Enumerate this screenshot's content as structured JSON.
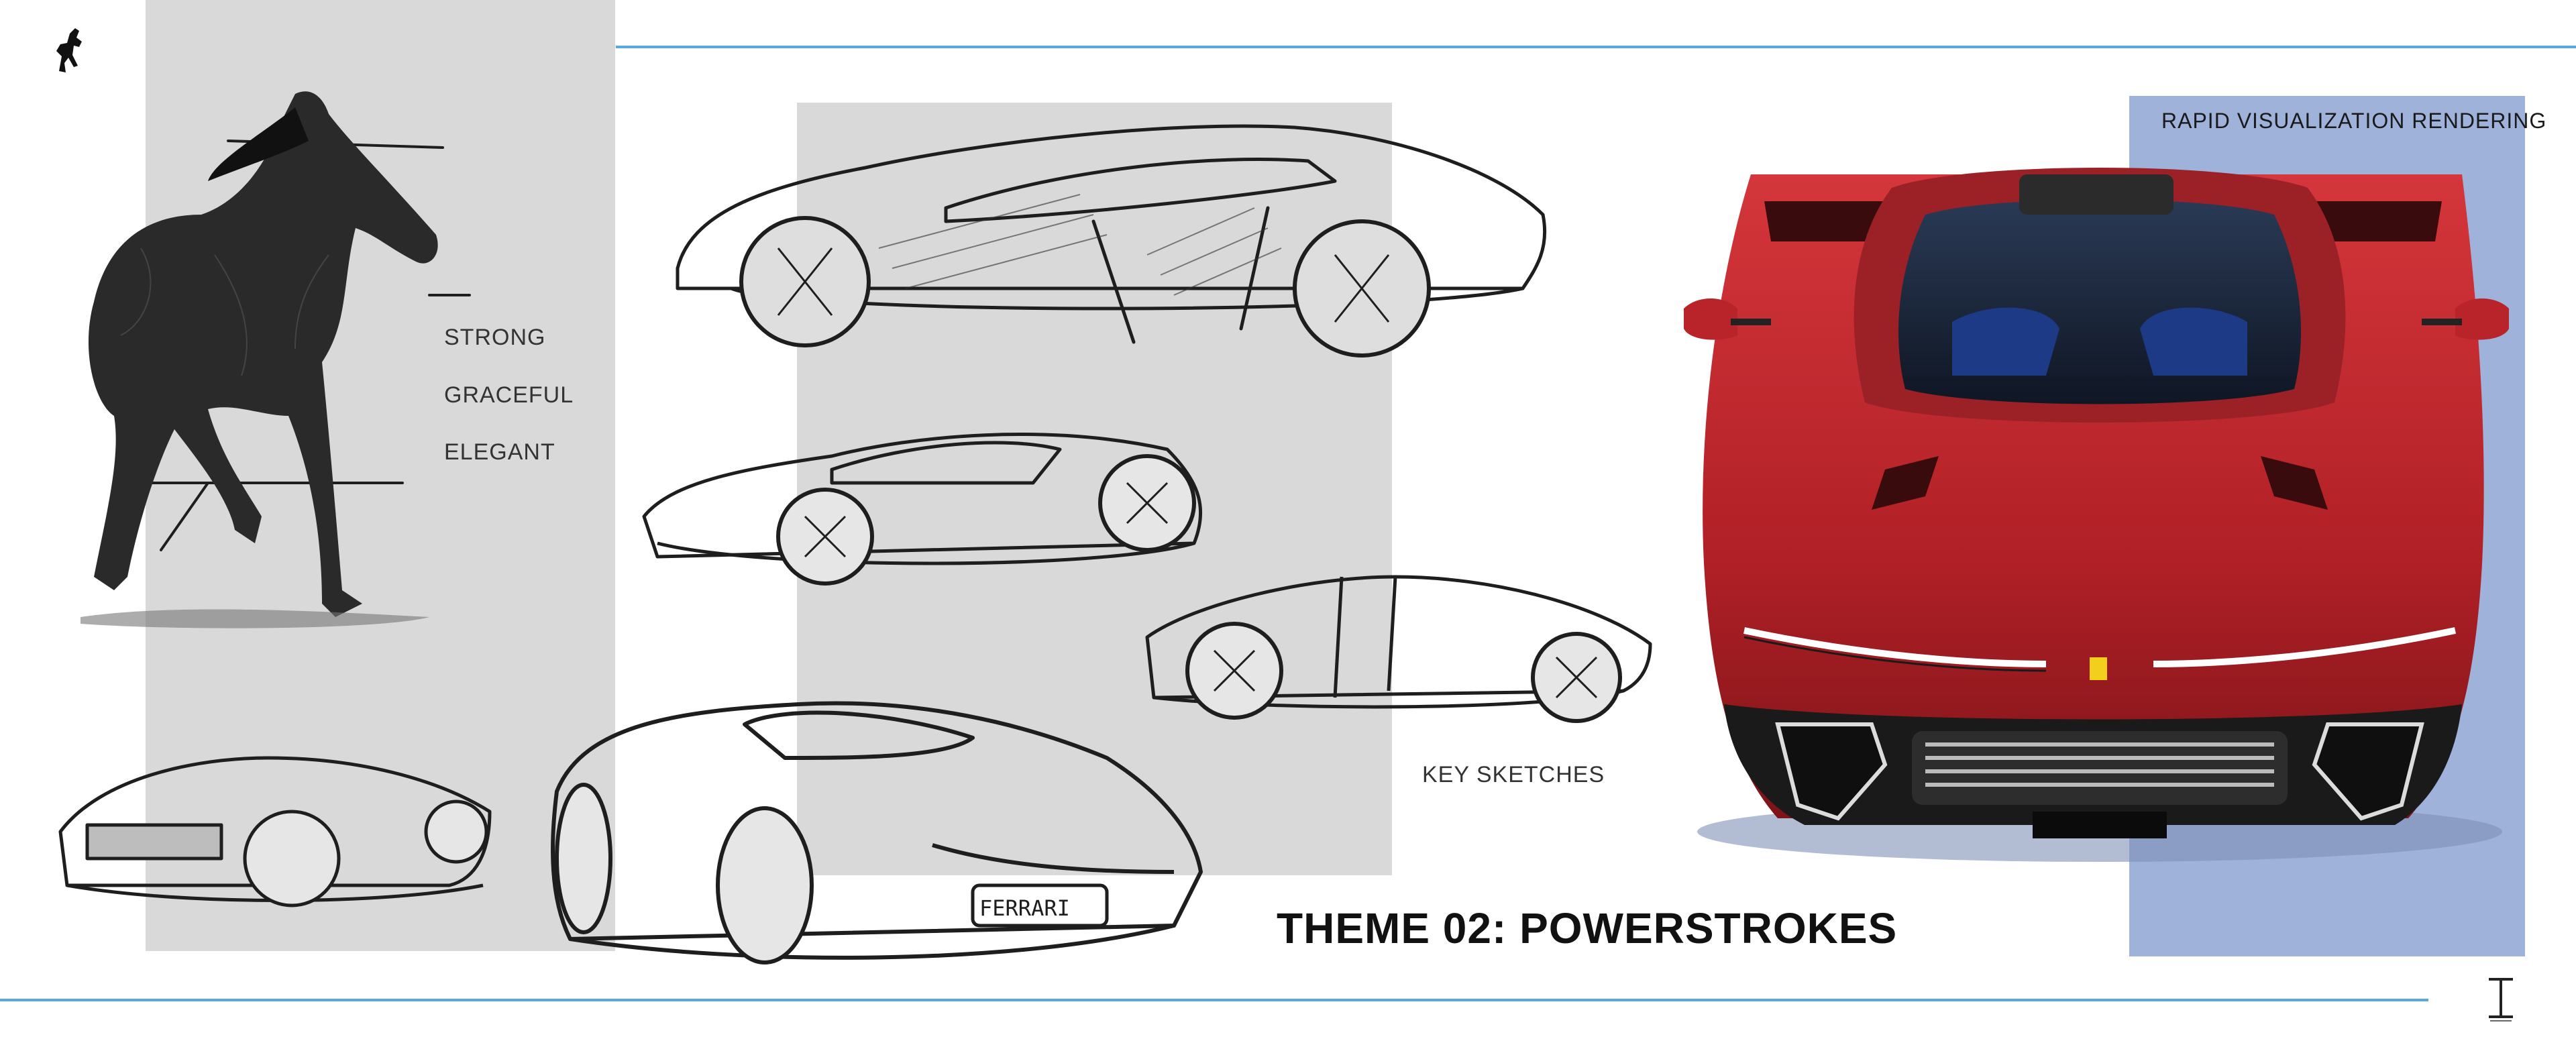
{
  "brand": {
    "logo_icon": "prancing-horse-icon",
    "corner_mark_icon": "studio-mark-icon"
  },
  "keywords": [
    "STRONG",
    "GRACEFUL",
    "ELEGANT"
  ],
  "sketches_label": "KEY SKETCHES",
  "rendering_label": "RAPID VISUALIZATION RENDERING",
  "theme_title": "THEME 02: POWERSTROKES",
  "plate_text": "FERRARI",
  "colors": {
    "panel_gray": "#d9d9d9",
    "panel_blue": "#9fb2d9",
    "rule_blue": "#5aa8e0",
    "car_red": "#c8282e",
    "sketch_ink": "#1e1e1e"
  }
}
